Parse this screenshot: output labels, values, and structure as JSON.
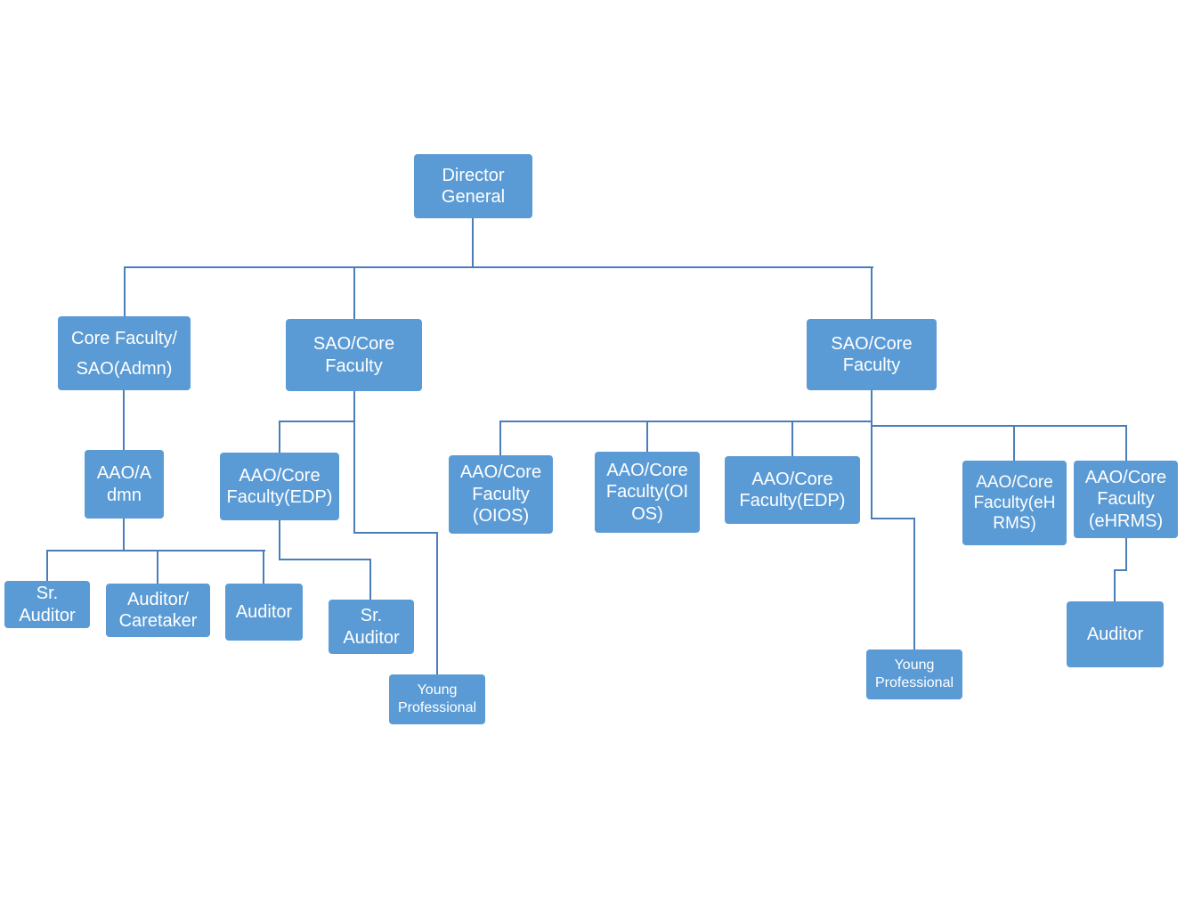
{
  "nodes": {
    "director_general": [
      "Director",
      "General"
    ],
    "core_faculty_admn": [
      "Core Faculty/",
      "SAO(Admn)"
    ],
    "sao_core_faculty_1": [
      "SAO/Core",
      "Faculty"
    ],
    "sao_core_faculty_2": [
      "SAO/Core",
      "Faculty"
    ],
    "aao_admn": [
      "AAO/A",
      "dmn"
    ],
    "sr_auditor_1": [
      "Sr.",
      "Auditor"
    ],
    "auditor_caretaker": [
      "Auditor/",
      "Caretaker"
    ],
    "auditor_1": [
      "Auditor"
    ],
    "aao_core_faculty_edp_1": [
      "AAO/Core",
      "Faculty(EDP)"
    ],
    "sr_auditor_2": [
      "Sr.",
      "Auditor"
    ],
    "young_professional_1": [
      "Young",
      "Professional"
    ],
    "aao_core_faculty_oios_1": [
      "AAO/Core",
      "Faculty",
      "(OIOS)"
    ],
    "aao_core_faculty_oios_2": [
      "AAO/Core",
      "Faculty(OI",
      "OS)"
    ],
    "aao_core_faculty_edp_2": [
      "AAO/Core",
      "Faculty(EDP)"
    ],
    "young_professional_2": [
      "Young",
      "Professional"
    ],
    "aao_core_faculty_ehrms_1": [
      "AAO/Core",
      "Faculty(eH",
      "RMS)"
    ],
    "aao_core_faculty_ehrms_2": [
      "AAO/Core",
      "Faculty",
      "(eHRMS)"
    ],
    "auditor_2": [
      "Auditor"
    ]
  },
  "colors": {
    "box_fill": "#5b9bd5",
    "box_text": "#ffffff",
    "connector": "#4a7ebb"
  }
}
